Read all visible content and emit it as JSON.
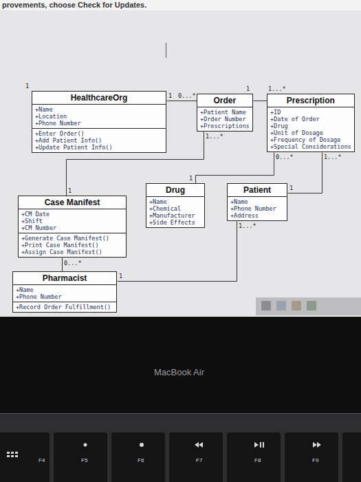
{
  "diagram": {
    "nodes": [
      {
        "text": [
          "HealthcareOrg",
          "+Name",
          "+Location",
          "+Phone Number",
          "+Enter Order()",
          "+Add Patient Info()",
          "+Update Patient Info()"
        ]
      },
      {
        "text": [
          "Order",
          "+Patient Name",
          "+Order Number",
          "+Prescriptions"
        ]
      },
      {
        "text": [
          "Prescription",
          "+ID",
          "+Date of Order",
          "+Drug",
          "+Unit of Dosage",
          "+Frequency of Dosage",
          "+Special Considerations"
        ]
      },
      {
        "text": [
          "Drug",
          "+Name",
          "+Chemical",
          "+Manufacturer",
          "+Side Effects"
        ]
      },
      {
        "text": [
          "Patient",
          "+Name",
          "+Phone Number",
          "+Address"
        ]
      },
      {
        "text": [
          "Case Manifest",
          "+CM Date",
          "+Shift",
          "+CM Number",
          "+Generate Case Manifest()",
          "+Print Case Manifest()",
          "+Assign Case Manifest()"
        ]
      },
      {
        "text": [
          "Pharmacist",
          "+Name",
          "+Phone Number",
          "+Record Order Fulfillment()"
        ]
      }
    ],
    "edges": [
      {
        "from": 0,
        "to": 1,
        "arrow": "none"
      },
      {
        "from": 1,
        "to": 2,
        "arrow": "none"
      },
      {
        "from": 1,
        "to": 5,
        "arrow": "none"
      },
      {
        "from": 2,
        "to": 3,
        "arrow": "none"
      },
      {
        "from": 4,
        "to": 2,
        "arrow": "none"
      },
      {
        "from": 5,
        "to": 6,
        "arrow": "none"
      },
      {
        "from": 4,
        "to": 6,
        "arrow": "none"
      }
    ],
    "labels": [
      "provements, choose Check for Updates.",
      "1",
      "1",
      "0...*",
      "1",
      "1...*",
      "1...*",
      "1",
      "0...*",
      "1",
      "1",
      "1...*",
      "0...*",
      "1...*",
      "1",
      "MacBook Air",
      "F4",
      "F5",
      "F6",
      "F7",
      "F8",
      "F9"
    ]
  }
}
